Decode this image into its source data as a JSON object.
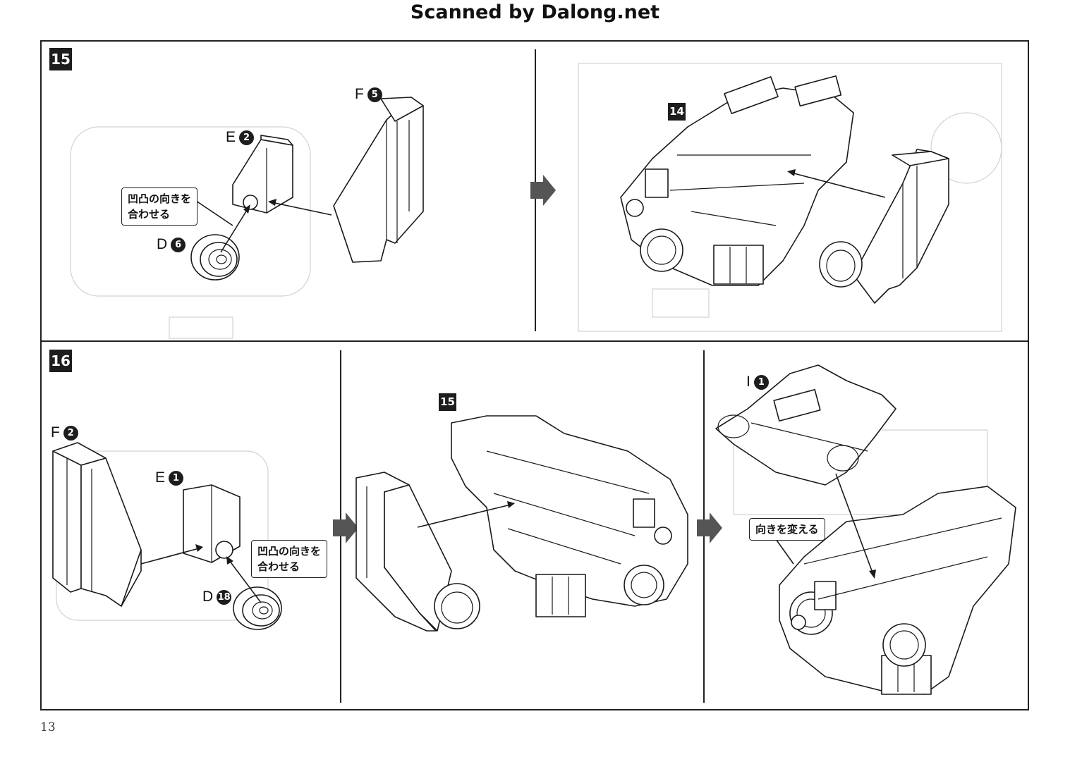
{
  "header": {
    "title": "Scanned by Dalong.net"
  },
  "page_number": "13",
  "step15": {
    "badge": "15",
    "parts": {
      "f": {
        "letter": "F",
        "num": "5"
      },
      "e": {
        "letter": "E",
        "num": "2"
      },
      "d": {
        "letter": "D",
        "num": "6"
      }
    },
    "note": {
      "line1": "凹凸の向きを",
      "line2": "合わせる"
    },
    "ref_badge": "14"
  },
  "step16": {
    "badge": "16",
    "parts": {
      "f": {
        "letter": "F",
        "num": "2"
      },
      "e": {
        "letter": "E",
        "num": "1"
      },
      "d": {
        "letter": "D",
        "num": "18"
      },
      "i": {
        "letter": "I",
        "num": "1"
      }
    },
    "note": {
      "line1": "凹凸の向きを",
      "line2": "合わせる"
    },
    "ref_badge": "15",
    "note2": {
      "text": "向きを変える"
    }
  }
}
